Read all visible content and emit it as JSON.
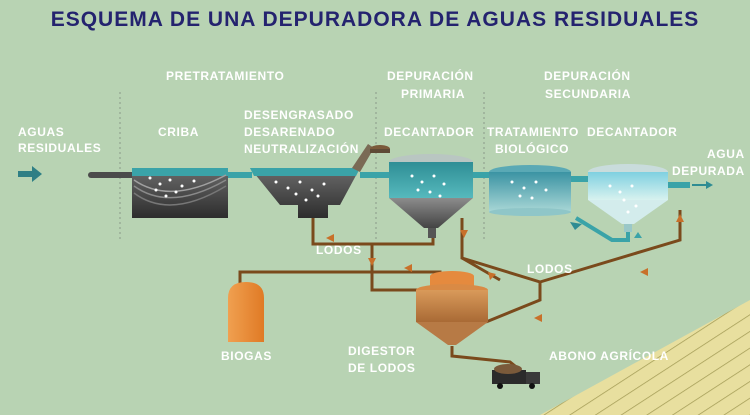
{
  "title": "ESQUEMA DE UNA DEPURADORA DE AGUAS RESIDUALES",
  "stages": {
    "pretratamiento": "PRETRATAMIENTO",
    "primaria_line1": "DEPURACIÓN",
    "primaria_line2": "PRIMARIA",
    "secundaria_line1": "DEPURACIÓN",
    "secundaria_line2": "SECUNDARIA"
  },
  "labels": {
    "aguas_residuales_line1": "AGUAS",
    "aguas_residuales_line2": "RESIDUALES",
    "criba": "CRIBA",
    "desengrasado_line1": "DESENGRASADO",
    "desengrasado_line2": "DESARENADO",
    "desengrasado_line3": "NEUTRALIZACIÓN",
    "decantador_primario": "DECANTADOR",
    "tratamiento_line1": "TRATAMIENTO",
    "tratamiento_line2": "BIOLÓGICO",
    "decantador_secundario": "DECANTADOR",
    "agua_depurada_line1": "AGUA",
    "agua_depurada_line2": "DEPURADA",
    "lodos_1": "LODOS",
    "lodos_2": "LODOS",
    "biogas": "BIOGAS",
    "digestor_line1": "DIGESTOR",
    "digestor_line2": "DE LODOS",
    "abono": "ABONO AGRÍCOLA"
  },
  "colors": {
    "background": "#b8d3b3",
    "title": "#24236f",
    "water": "#3aa3a8",
    "sludge_pipe": "#7a4a1c",
    "arrow": "#c8702a",
    "biogas": "#e8822e",
    "field": "#e6dc98"
  }
}
